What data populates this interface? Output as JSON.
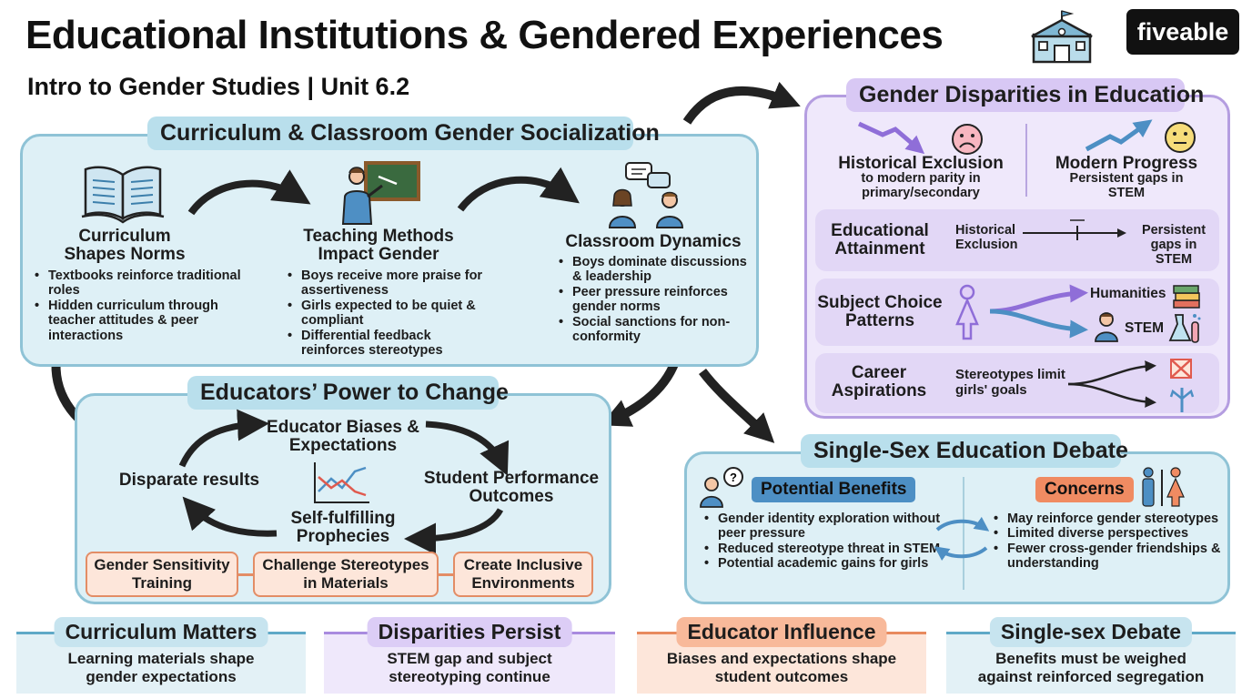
{
  "header": {
    "title": "Educational Institutions & Gendered Experiences",
    "subtitle": "Intro to Gender Studies | Unit 6.2",
    "logo": "fiveable",
    "title_icon": "school-building-icon"
  },
  "curriculum": {
    "heading": "Curriculum & Classroom Gender Socialization",
    "cols": [
      {
        "icon": "open-book-icon",
        "title": "Curriculum\nShapes Norms",
        "bullets": [
          "Textbooks reinforce traditional roles",
          "Hidden curriculum through teacher attitudes & peer interactions"
        ]
      },
      {
        "icon": "teacher-chalkboard-icon",
        "title": "Teaching Methods\nImpact Gender",
        "bullets": [
          "Boys receive more praise for assertiveness",
          "Girls expected to be quiet & compliant",
          "Differential feedback reinforces stereotypes"
        ]
      },
      {
        "icon": "students-chat-icon",
        "title": "Classroom Dynamics",
        "bullets": [
          "Boys dominate discussions & leadership",
          "Peer pressure reinforces gender norms",
          "Social sanctions for non-conformity"
        ]
      }
    ]
  },
  "educators": {
    "heading": "Educators’ Power to Change",
    "cycle": {
      "top": "Educator Biases &\nExpectations",
      "right": "Student Performance\nOutcomes",
      "bottom": "Self-fulfilling\nProphecies",
      "left": "Disparate results"
    },
    "actions": [
      "Gender Sensitivity\nTraining",
      "Challenge Stereotypes\nin Materials",
      "Create Inclusive\nEnvironments"
    ]
  },
  "disparities": {
    "heading": "Gender Disparities in Education",
    "historical": {
      "title": "Historical Exclusion",
      "desc": "to modern parity in\nprimary/secondary"
    },
    "modern": {
      "title": "Modern Progress",
      "desc": "Persistent gaps in\nSTEM"
    },
    "rows": [
      {
        "label": "Educational\nAttainment",
        "from": "Historical\nExclusion",
        "to": "Persistent\ngaps in\nSTEM"
      },
      {
        "label": "Subject Choice\nPatterns",
        "humanities": "Humanities",
        "stem": "STEM"
      },
      {
        "label": "Career\nAspirations",
        "desc": "Stereotypes limit\ngirls' goals"
      }
    ]
  },
  "single_sex": {
    "heading": "Single-Sex Education Debate",
    "benefits_label": "Potential Benefits",
    "benefits": [
      "Gender identity exploration without peer pressure",
      "Reduced stereotype threat in STEM",
      "Potential academic gains for girls"
    ],
    "concerns_label": "Concerns",
    "concerns": [
      "May reinforce gender stereotypes",
      "Limited diverse perspectives",
      "Fewer cross-gender friendships & understanding"
    ]
  },
  "bottom": [
    {
      "title": "Curriculum Matters",
      "text": "Learning materials shape\ngender expectations",
      "accent": "#5fa9c7",
      "bg": "#e3f1f6",
      "pill": "#c7e4ef"
    },
    {
      "title": "Disparities Persist",
      "text": "STEM gap and subject\nstereotyping continue",
      "accent": "#a98bdf",
      "bg": "#efe8fb",
      "pill": "#dccdf6"
    },
    {
      "title": "Educator Influence",
      "text": "Biases and expectations shape\nstudent outcomes",
      "accent": "#e88a5e",
      "bg": "#fde6da",
      "pill": "#f8b99a"
    },
    {
      "title": "Single-sex Debate",
      "text": "Benefits must be weighed\nagainst reinforced segregation",
      "accent": "#5fa9c7",
      "bg": "#e3f1f6",
      "pill": "#c7e4ef"
    }
  ]
}
